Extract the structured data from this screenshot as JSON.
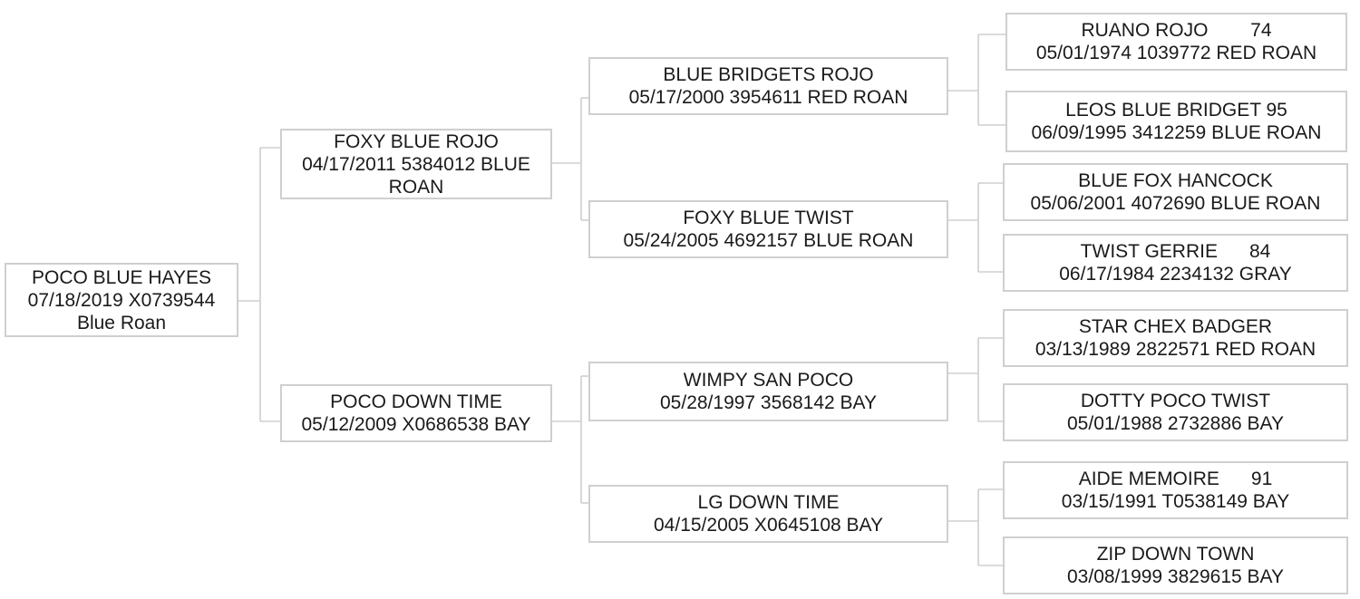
{
  "pedigree": {
    "subject": {
      "name": "POCO BLUE HAYES",
      "line2": "07/18/2019 X0739544",
      "line3": "Blue Roan"
    },
    "sire": {
      "name": "FOXY BLUE ROJO",
      "details": "04/17/2011 5384012 BLUE ROAN"
    },
    "dam": {
      "name": "POCO DOWN TIME",
      "details": "05/12/2009 X0686538 BAY"
    },
    "sire_sire": {
      "name": "BLUE BRIDGETS ROJO",
      "details": "05/17/2000 3954611 RED ROAN"
    },
    "sire_dam": {
      "name": "FOXY BLUE TWIST",
      "details": "05/24/2005 4692157 BLUE ROAN"
    },
    "dam_sire": {
      "name": "WIMPY SAN POCO",
      "details": "05/28/1997 3568142 BAY"
    },
    "dam_dam": {
      "name": "LG DOWN TIME",
      "details": "04/15/2005 X0645108 BAY"
    },
    "gen3": [
      {
        "name": "RUANO ROJO        74",
        "details": "05/01/1974 1039772 RED ROAN"
      },
      {
        "name": "LEOS BLUE BRIDGET 95",
        "details": "06/09/1995 3412259 BLUE ROAN"
      },
      {
        "name": "BLUE FOX HANCOCK",
        "details": "05/06/2001 4072690 BLUE ROAN"
      },
      {
        "name": "TWIST GERRIE      84",
        "details": "06/17/1984 2234132 GRAY"
      },
      {
        "name": "STAR CHEX BADGER",
        "details": "03/13/1989 2822571 RED ROAN"
      },
      {
        "name": "DOTTY POCO TWIST",
        "details": "05/01/1988 2732886 BAY"
      },
      {
        "name": "AIDE MEMOIRE      91",
        "details": "03/15/1991 T0538149 BAY"
      },
      {
        "name": "ZIP DOWN TOWN",
        "details": "03/08/1999 3829615 BAY"
      }
    ]
  }
}
